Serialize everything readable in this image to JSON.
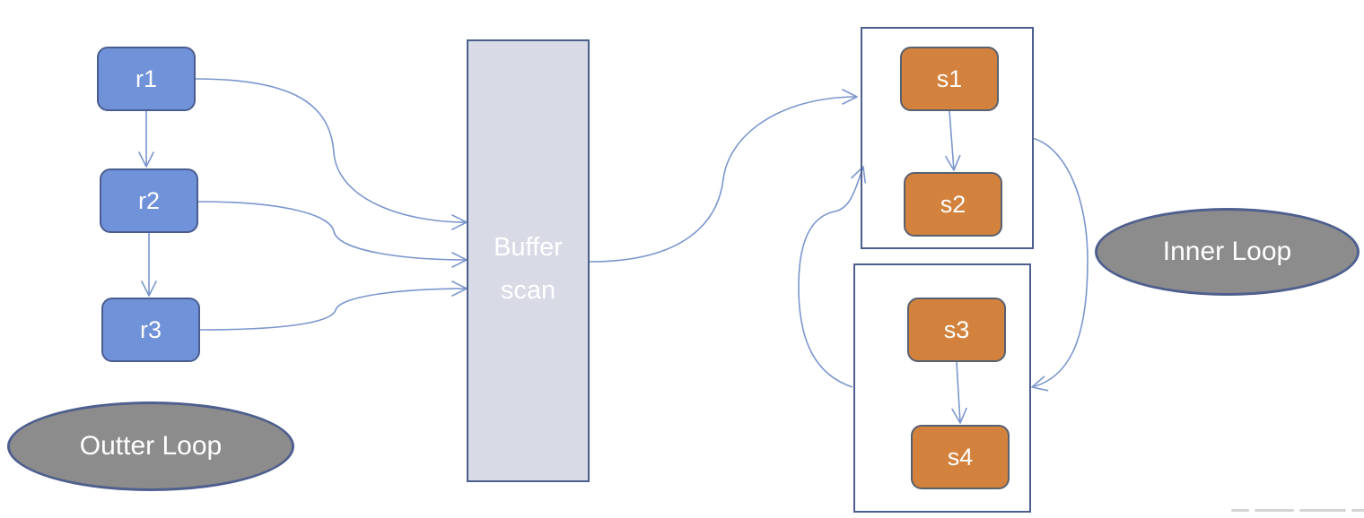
{
  "outer": {
    "nodes": [
      "r1",
      "r2",
      "r3"
    ],
    "loop_label": "Outter Loop"
  },
  "buffer": {
    "line1": "Buffer",
    "line2": "scan"
  },
  "inner": {
    "nodes": [
      "s1",
      "s2",
      "s3",
      "s4"
    ],
    "loop_label": "Inner Loop"
  },
  "colors": {
    "outer_node_fill": "#7092d8",
    "inner_node_fill": "#d2823c",
    "buffer_fill": "#d8dbe6",
    "loop_ellipse_fill": "#8c8c8c",
    "connector": "#7b96cc"
  }
}
